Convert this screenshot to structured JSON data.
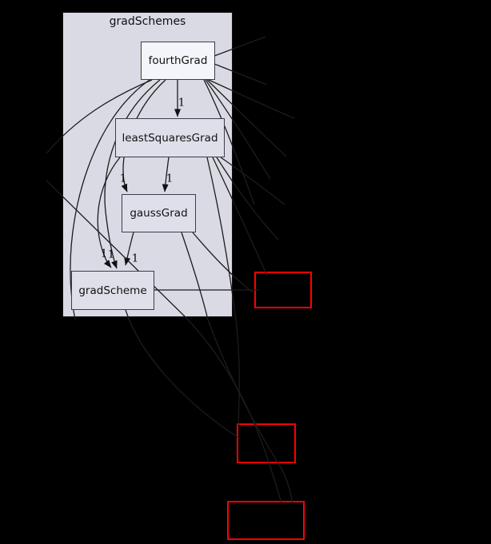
{
  "diagram": {
    "type": "directory-dependency-graph",
    "cluster_title": "gradSchemes",
    "nodes": [
      {
        "label": "fourthGrad",
        "kind": "directory",
        "highlighted": true
      },
      {
        "label": "leastSquaresGrad",
        "kind": "directory"
      },
      {
        "label": "gaussGrad",
        "kind": "directory"
      },
      {
        "label": "gradScheme",
        "kind": "directory"
      }
    ],
    "external_nodes": [
      {
        "kind": "truncated-directory",
        "border_color": "#ff0000"
      },
      {
        "kind": "truncated-directory",
        "border_color": "#ff0000"
      },
      {
        "kind": "truncated-directory",
        "border_color": "#ff0000"
      }
    ],
    "edge_labels": {
      "fourthGrad_leastSquaresGrad": "1",
      "fourthGrad_gaussGrad": "1",
      "fourthGrad_gradScheme": "1",
      "leastSquaresGrad_gaussGrad": "1",
      "leastSquaresGrad_gradScheme": "1",
      "gaussGrad_gradScheme": "1"
    },
    "colors": {
      "background": "#000000",
      "cluster_fill": "#dadae4",
      "node_fill": "#dfdfe9",
      "highlight_node_fill": "#f4f4fb",
      "node_border": "#3c3c4c",
      "edge": "#1c1c1c",
      "truncated_red": "#ff0000"
    }
  }
}
